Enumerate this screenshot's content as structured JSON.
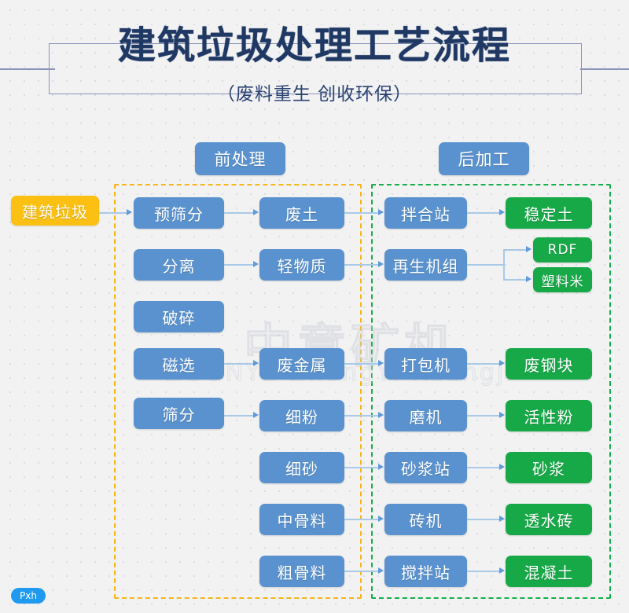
{
  "header": {
    "title": "建筑垃圾处理工艺流程",
    "subtitle": "（废料重生  创收环保）"
  },
  "colors": {
    "process_blue": "#5a92cf",
    "output_green": "#17a948",
    "source_amber": "#fcc013",
    "zone_pre_border": "#f5b51b",
    "zone_post_border": "#15b04b",
    "connector": "#a9c9e8",
    "title_text": "#1f3864"
  },
  "section_headers": [
    {
      "label": "前处理"
    },
    {
      "label": "后加工"
    }
  ],
  "source": {
    "label": "建筑垃圾"
  },
  "columns": {
    "pre_process": [
      {
        "label": "预筛分"
      },
      {
        "label": "分离"
      },
      {
        "label": "破碎"
      },
      {
        "label": "磁选"
      },
      {
        "label": "筛分"
      }
    ],
    "materials": [
      {
        "label": "废土"
      },
      {
        "label": "轻物质"
      },
      {
        "label": "废金属"
      },
      {
        "label": "细粉"
      },
      {
        "label": "细砂"
      },
      {
        "label": "中骨料"
      },
      {
        "label": "粗骨料"
      }
    ],
    "equipment": [
      {
        "label": "拌合站"
      },
      {
        "label": "再生机组"
      },
      {
        "label": "打包机"
      },
      {
        "label": "磨机"
      },
      {
        "label": "砂浆站"
      },
      {
        "label": "砖机"
      },
      {
        "label": "搅拌站"
      }
    ],
    "products": [
      {
        "label": "稳定土"
      },
      {
        "label": "RDF"
      },
      {
        "label": "塑料米"
      },
      {
        "label": "废钢块"
      },
      {
        "label": "活性粉"
      },
      {
        "label": "砂浆"
      },
      {
        "label": "透水砖"
      },
      {
        "label": "混凝土"
      }
    ]
  },
  "watermark": {
    "latin": "ZOONYE ZhongYi Kuangji",
    "chinese": "中意矿机"
  },
  "badge": {
    "label": "Pxh"
  },
  "chart_data": {
    "type": "flowchart",
    "title": "建筑垃圾处理工艺流程",
    "nodes": [
      {
        "id": "src",
        "label": "建筑垃圾",
        "type": "source",
        "color": "#fcc013"
      },
      {
        "id": "p1",
        "label": "预筛分",
        "type": "process",
        "color": "#5a92cf"
      },
      {
        "id": "p2",
        "label": "分离",
        "type": "process",
        "color": "#5a92cf"
      },
      {
        "id": "p3",
        "label": "破碎",
        "type": "process",
        "color": "#5a92cf"
      },
      {
        "id": "p4",
        "label": "磁选",
        "type": "process",
        "color": "#5a92cf"
      },
      {
        "id": "p5",
        "label": "筛分",
        "type": "process",
        "color": "#5a92cf"
      },
      {
        "id": "m1",
        "label": "废土",
        "type": "material",
        "color": "#5a92cf"
      },
      {
        "id": "m2",
        "label": "轻物质",
        "type": "material",
        "color": "#5a92cf"
      },
      {
        "id": "m3",
        "label": "废金属",
        "type": "material",
        "color": "#5a92cf"
      },
      {
        "id": "m4",
        "label": "细粉",
        "type": "material",
        "color": "#5a92cf"
      },
      {
        "id": "m5",
        "label": "细砂",
        "type": "material",
        "color": "#5a92cf"
      },
      {
        "id": "m6",
        "label": "中骨料",
        "type": "material",
        "color": "#5a92cf"
      },
      {
        "id": "m7",
        "label": "粗骨料",
        "type": "material",
        "color": "#5a92cf"
      },
      {
        "id": "e1",
        "label": "拌合站",
        "type": "equipment",
        "color": "#5a92cf"
      },
      {
        "id": "e2",
        "label": "再生机组",
        "type": "equipment",
        "color": "#5a92cf"
      },
      {
        "id": "e3",
        "label": "打包机",
        "type": "equipment",
        "color": "#5a92cf"
      },
      {
        "id": "e4",
        "label": "磨机",
        "type": "equipment",
        "color": "#5a92cf"
      },
      {
        "id": "e5",
        "label": "砂浆站",
        "type": "equipment",
        "color": "#5a92cf"
      },
      {
        "id": "e6",
        "label": "砖机",
        "type": "equipment",
        "color": "#5a92cf"
      },
      {
        "id": "e7",
        "label": "搅拌站",
        "type": "equipment",
        "color": "#5a92cf"
      },
      {
        "id": "o1",
        "label": "稳定土",
        "type": "product",
        "color": "#17a948"
      },
      {
        "id": "o2",
        "label": "RDF",
        "type": "product",
        "color": "#17a948"
      },
      {
        "id": "o3",
        "label": "塑料米",
        "type": "product",
        "color": "#17a948"
      },
      {
        "id": "o4",
        "label": "废钢块",
        "type": "product",
        "color": "#17a948"
      },
      {
        "id": "o5",
        "label": "活性粉",
        "type": "product",
        "color": "#17a948"
      },
      {
        "id": "o6",
        "label": "砂浆",
        "type": "product",
        "color": "#17a948"
      },
      {
        "id": "o7",
        "label": "透水砖",
        "type": "product",
        "color": "#17a948"
      },
      {
        "id": "o8",
        "label": "混凝土",
        "type": "product",
        "color": "#17a948"
      }
    ],
    "edges": [
      {
        "from": "src",
        "to": "p1"
      },
      {
        "from": "p1",
        "to": "m1"
      },
      {
        "from": "p2",
        "to": "m2"
      },
      {
        "from": "p4",
        "to": "m3"
      },
      {
        "from": "p5",
        "to": "m4"
      },
      {
        "from": "m1",
        "to": "e1"
      },
      {
        "from": "m2",
        "to": "e2"
      },
      {
        "from": "m3",
        "to": "e3"
      },
      {
        "from": "m4",
        "to": "e4"
      },
      {
        "from": "m5",
        "to": "e5"
      },
      {
        "from": "m6",
        "to": "e6"
      },
      {
        "from": "m7",
        "to": "e7"
      },
      {
        "from": "e1",
        "to": "o1"
      },
      {
        "from": "e2",
        "to": "o2"
      },
      {
        "from": "e2",
        "to": "o3"
      },
      {
        "from": "e3",
        "to": "o4"
      },
      {
        "from": "e4",
        "to": "o5"
      },
      {
        "from": "e5",
        "to": "o6"
      },
      {
        "from": "e6",
        "to": "o7"
      },
      {
        "from": "e7",
        "to": "o8"
      }
    ],
    "zones": [
      {
        "label": "前处理",
        "members": [
          "p1",
          "p2",
          "p3",
          "p4",
          "p5",
          "m1",
          "m2",
          "m3",
          "m4",
          "m5",
          "m6",
          "m7"
        ],
        "border": "#f5b51b"
      },
      {
        "label": "后加工",
        "members": [
          "e1",
          "e2",
          "e3",
          "e4",
          "e5",
          "e6",
          "e7",
          "o1",
          "o2",
          "o3",
          "o4",
          "o5",
          "o6",
          "o7",
          "o8"
        ],
        "border": "#15b04b"
      }
    ]
  }
}
